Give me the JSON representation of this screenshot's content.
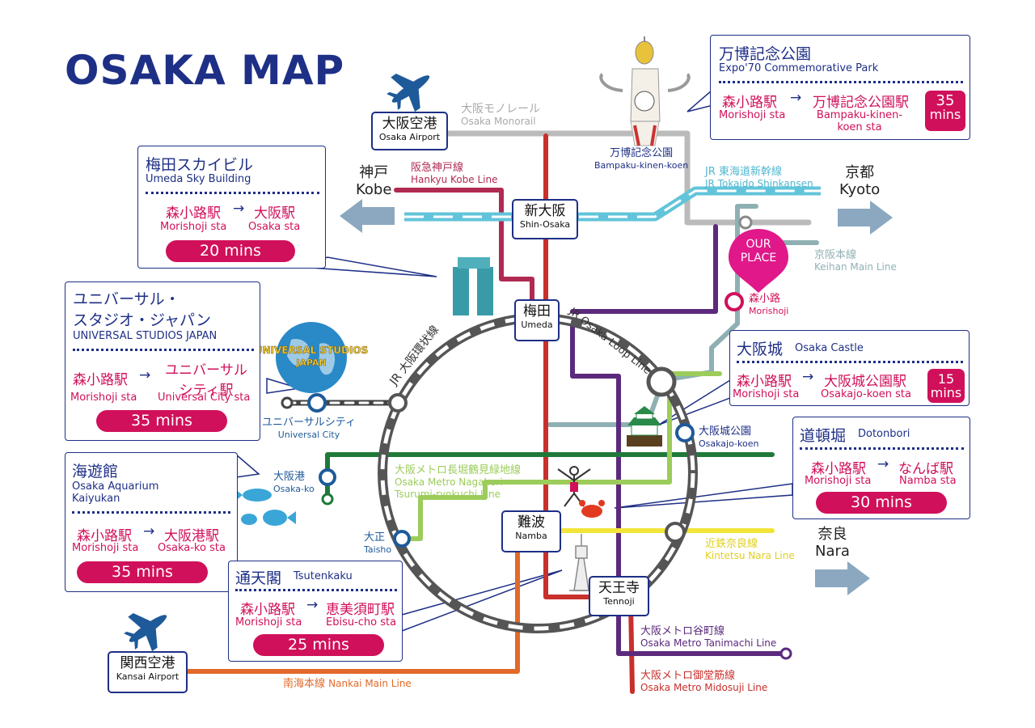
{
  "title": "OSAKA MAP",
  "colors": {
    "navy": "#1e2f86",
    "magenta": "#d0105a",
    "loop_line": "#666666",
    "midosuji": "#c8302c",
    "tanimachi": "#5b2a7d",
    "nagahori": "#9ccc5a",
    "chuo": "#1f7a3a",
    "kintetsu": "#f2e53a",
    "nankai": "#e2692a",
    "keihan": "#8fb0b3",
    "monorail": "#bbbbbb",
    "shinkansen": "#62c4da",
    "hankyu": "#b02a52"
  },
  "stations": {
    "osaka_airport": {
      "jp": "大阪空港",
      "en": "Osaka Airport"
    },
    "shin_osaka": {
      "jp": "新大阪",
      "en": "Shin-Osaka"
    },
    "umeda": {
      "jp": "梅田",
      "en": "Umeda"
    },
    "namba": {
      "jp": "難波",
      "en": "Namba"
    },
    "tennoji": {
      "jp": "天王寺",
      "en": "Tennoji"
    },
    "kansai_airport": {
      "jp": "関西空港",
      "en": "Kansai Airport"
    }
  },
  "small_stations": {
    "bampaku": {
      "jp": "万博記念公園",
      "en": "Bampaku-kinen-koen"
    },
    "morishoji": {
      "jp": "森小路",
      "en": "Morishoji"
    },
    "osakajo": {
      "jp": "大阪城公園",
      "en": "Osakajo-koen"
    },
    "universal_city": {
      "jp": "ユニバーサルシティ",
      "en": "Universal City"
    },
    "osakako": {
      "jp": "大阪港",
      "en": "Osaka-ko"
    },
    "taisho": {
      "jp": "大正",
      "en": "Taisho"
    }
  },
  "our_place": {
    "line1": "OUR",
    "line2": "PLACE"
  },
  "lines": {
    "monorail": {
      "jp": "大阪モノレール",
      "en": "Osaka Monorail"
    },
    "hankyu": {
      "jp": "阪急神戸線",
      "en": "Hankyu Kobe Line"
    },
    "shinkansen": {
      "jp": "JR 東海道新幹線",
      "en": "JR Tokaido Shinkansen"
    },
    "keihan": {
      "jp": "京阪本線",
      "en": "Keihan Main Line"
    },
    "loop_jp": "JR 大阪環状線",
    "loop_en": "JR Osaka Loop Line",
    "nagahori": {
      "jp": "大阪メトロ長堀鶴見緑地線",
      "en1": "Osaka Metro Nagahori-",
      "en2": "Tsurumi-ryokuchi Line"
    },
    "kintetsu": {
      "jp": "近鉄奈良線",
      "en": "Kintetsu Nara Line"
    },
    "tanimachi": {
      "jp": "大阪メトロ谷町線",
      "en": "Osaka Metro Tanimachi Line"
    },
    "midosuji": {
      "jp": "大阪メトロ御堂筋線",
      "en": "Osaka Metro Midosuji Line"
    },
    "nankai": {
      "jp": "南海本線",
      "en": "Nankai Main Line"
    }
  },
  "cities": {
    "kobe": {
      "jp": "神戸",
      "en": "Kobe"
    },
    "kyoto": {
      "jp": "京都",
      "en": "Kyoto"
    },
    "nara": {
      "jp": "奈良",
      "en": "Nara"
    }
  },
  "usj_logo": {
    "line1": "UNIVERSAL STUDIOS",
    "line2": "JAPAN"
  },
  "route_from": {
    "jp": "森小路駅",
    "en": "Morishoji sta"
  },
  "route_arrow": "→",
  "boxes": {
    "expo": {
      "title_jp": "万博記念公園",
      "title_en": "Expo'70 Commemorative Park",
      "to_jp": "万博記念公園駅",
      "to_en1": "Bampaku-kinen-",
      "to_en2": "koen sta",
      "time1": "35",
      "time2": "mins"
    },
    "umeda": {
      "title_jp": "梅田スカイビル",
      "title_en": "Umeda Sky Building",
      "to_jp": "大阪駅",
      "to_en": "Osaka sta",
      "time": "20 mins"
    },
    "usj": {
      "title_jp1": "ユニバーサル・",
      "title_jp2": "スタジオ・ジャパン",
      "title_en": "UNIVERSAL STUDIOS JAPAN",
      "to_jp1": "ユニバーサル",
      "to_jp2": "シティ駅",
      "to_en": "Universal City sta",
      "time": "35 mins"
    },
    "castle": {
      "title_jp": "大阪城",
      "title_en": "Osaka Castle",
      "to_jp": "大阪城公園駅",
      "to_en": "Osakajo-koen sta",
      "time1": "15",
      "time2": "mins"
    },
    "dotonbori": {
      "title_jp": "道頓堀",
      "title_en": "Dotonbori",
      "to_jp": "なんば駅",
      "to_en": "Namba sta",
      "time": "30 mins"
    },
    "aquarium": {
      "title_jp": "海遊館",
      "title_en1": "Osaka Aquarium",
      "title_en2": "Kaiyukan",
      "to_jp": "大阪港駅",
      "to_en": "Osaka-ko sta",
      "time": "35 mins"
    },
    "tsutenkaku": {
      "title_jp": "通天閣",
      "title_en": "Tsutenkaku",
      "to_jp": "恵美須町駅",
      "to_en": "Ebisu-cho sta",
      "time": "25 mins"
    }
  }
}
